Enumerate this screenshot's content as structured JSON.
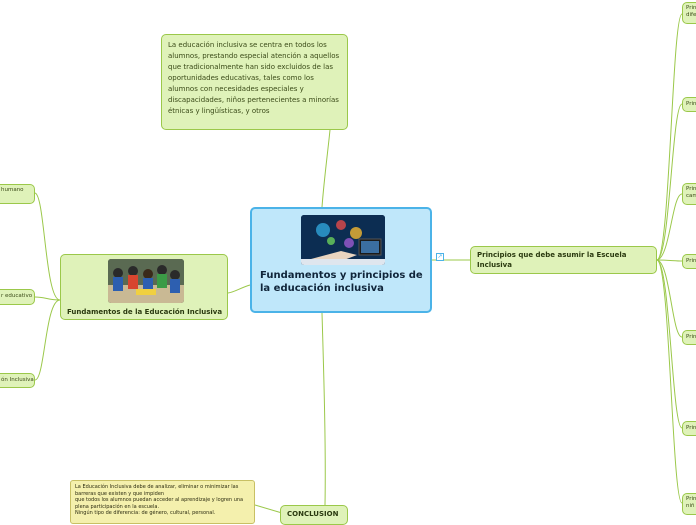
{
  "central": {
    "title": "Fundamentos y principios de la educación inclusiva"
  },
  "description": {
    "text": "La educación inclusiva se centra en todos los alumnos, prestando especial atención a aquellos que tradicionalmente han sido excluidos de las oportunidades educativas, tales como los alumnos con necesidades especiales y discapacidades, niños pertenecientes a minorías étnicas y lingüísticas, y otros"
  },
  "fundamentos": {
    "title": "Fundamentos de la Educación Inclusiva",
    "children": [
      "humano",
      "r educativo",
      "ón Inclusiva"
    ]
  },
  "principios": {
    "title": "Principios que debe asumir la Escuela Inclusiva",
    "children": [
      "Princ\ndife",
      "Princ",
      "Princ\ncam",
      "Princ",
      "Princ",
      "Princ",
      "Princ\nniñ"
    ]
  },
  "conclusion": {
    "title": "CONCLUSION",
    "text": "La Educación Inclusiva debe de analizar, eliminar o minimizar las barreras que existen y que impiden\nque todos los alumnos puedan acceder al aprendizaje y logren una plena participación en la escuela.\nNingún tipo de diferencia: de género, cultural, personal."
  },
  "colors": {
    "central_fill": "#bfe7fa",
    "central_border": "#4bb3e8",
    "topic_fill": "#dff2b9",
    "topic_border": "#9bc84a",
    "note_fill": "#f4f0ad",
    "connector": "#9bc84a"
  }
}
